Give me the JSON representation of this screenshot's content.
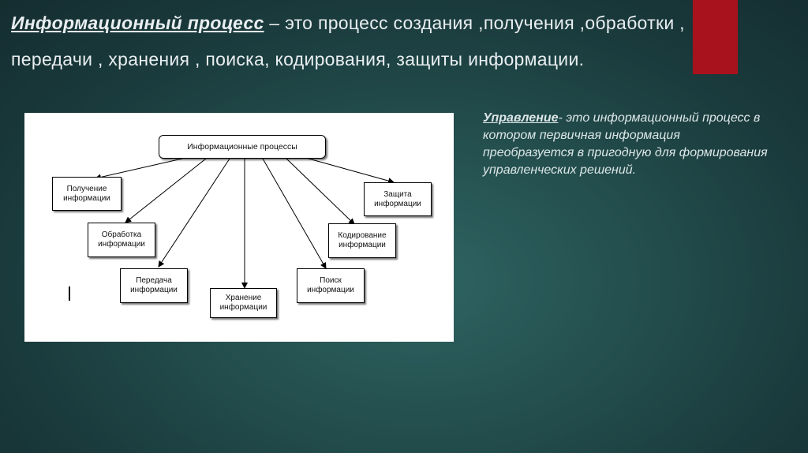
{
  "colors": {
    "background": "#1f4546",
    "accent_bar": "#a8121c",
    "text": "#e9eef0"
  },
  "heading": {
    "term": "Информационный процесс",
    "text": " – это процесс создания ,получения ,обработки , передачи , хранения , поиска, кодирования, защиты информации."
  },
  "diagram": {
    "root": "Информационные процессы",
    "nodes": {
      "receiving": "Получение информации",
      "protection": "Защита информации",
      "processing": "Обработка информации",
      "encoding": "Кодирование информации",
      "transfer": "Передача информации",
      "search": "Поиск информации",
      "storage": "Хранение информации"
    }
  },
  "definition": {
    "term": "Управление",
    "text": "- это информационный процесс в котором первичная информация преобразуется в пригодную для формирования управленческих решений."
  }
}
